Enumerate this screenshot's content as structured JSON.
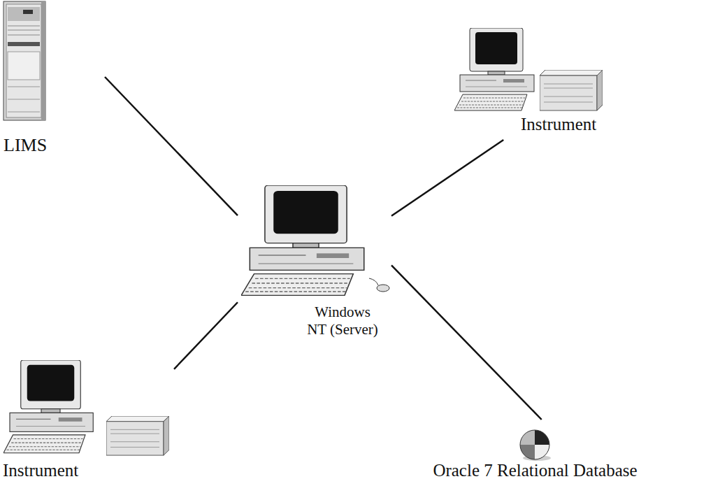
{
  "diagram": {
    "nodes": [
      {
        "text": [
          "LIMS"
        ]
      },
      {
        "text": [
          "Instrument"
        ]
      },
      {
        "text": [
          "Windows NT (Server)"
        ]
      },
      {
        "text": [
          "Instrument"
        ]
      },
      {
        "text": [
          "Oracle 7 Relational Database"
        ]
      }
    ],
    "edges": [
      {
        "from": 2,
        "to": 0,
        "arrow": "none"
      },
      {
        "from": 2,
        "to": 1,
        "arrow": "none"
      },
      {
        "from": 2,
        "to": 3,
        "arrow": "none"
      },
      {
        "from": 2,
        "to": 4,
        "arrow": "none"
      }
    ]
  }
}
